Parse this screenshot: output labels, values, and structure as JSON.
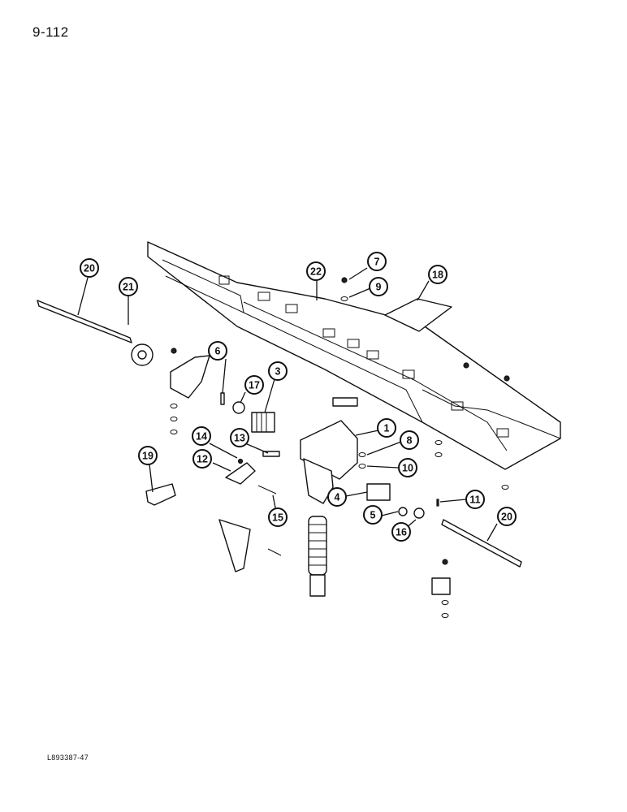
{
  "page": {
    "number": "9-112",
    "reference_code": "L893387-47"
  },
  "callouts": [
    "1",
    "3",
    "4",
    "5",
    "6",
    "7",
    "8",
    "9",
    "10",
    "11",
    "12",
    "13",
    "14",
    "15",
    "16",
    "17",
    "18",
    "19",
    "20",
    "20",
    "21",
    "22"
  ]
}
